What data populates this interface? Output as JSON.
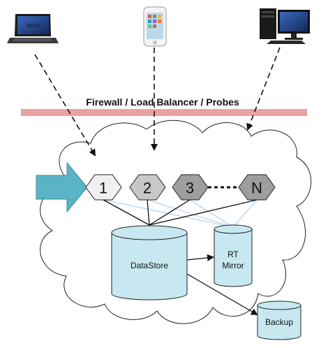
{
  "banner": {
    "text": "Firewall / Load Balancer / Probes",
    "color": "#e8a2a3"
  },
  "clients": [
    {
      "name": "laptop-icon",
      "brand": "ASUS"
    },
    {
      "name": "smartphone-icon"
    },
    {
      "name": "desktop-computer-icon"
    }
  ],
  "nodes": [
    {
      "label": "1",
      "fill": "#f0f0f0"
    },
    {
      "label": "2",
      "fill": "#c8c8c8"
    },
    {
      "label": "3",
      "fill": "#9e9e9e"
    },
    {
      "label": "N",
      "fill": "#9e9e9e"
    }
  ],
  "datastore": {
    "label": "DataStore",
    "fill": "#c7e8f0"
  },
  "mirror": {
    "line1": "RT",
    "line2": "Mirror",
    "fill": "#c7e8f0"
  },
  "backup": {
    "label": "Backup",
    "fill": "#c7e8f0"
  },
  "colors": {
    "arrow": "#5bb3c6",
    "cloud_stroke": "#222222"
  }
}
